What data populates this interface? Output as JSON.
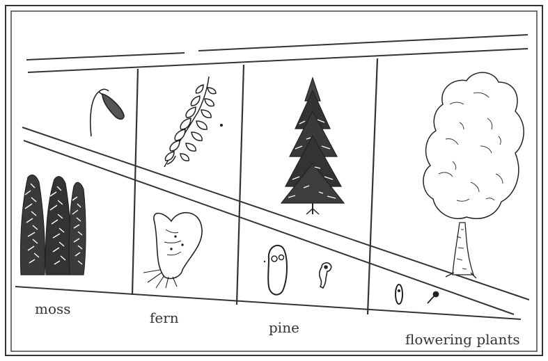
{
  "labels": {
    "moss": "moss",
    "fern": "fern",
    "pine": "pine",
    "flowering": "flowering plants"
  },
  "colors": {
    "ink": "#2a2a2a",
    "paper": "#ffffff"
  }
}
